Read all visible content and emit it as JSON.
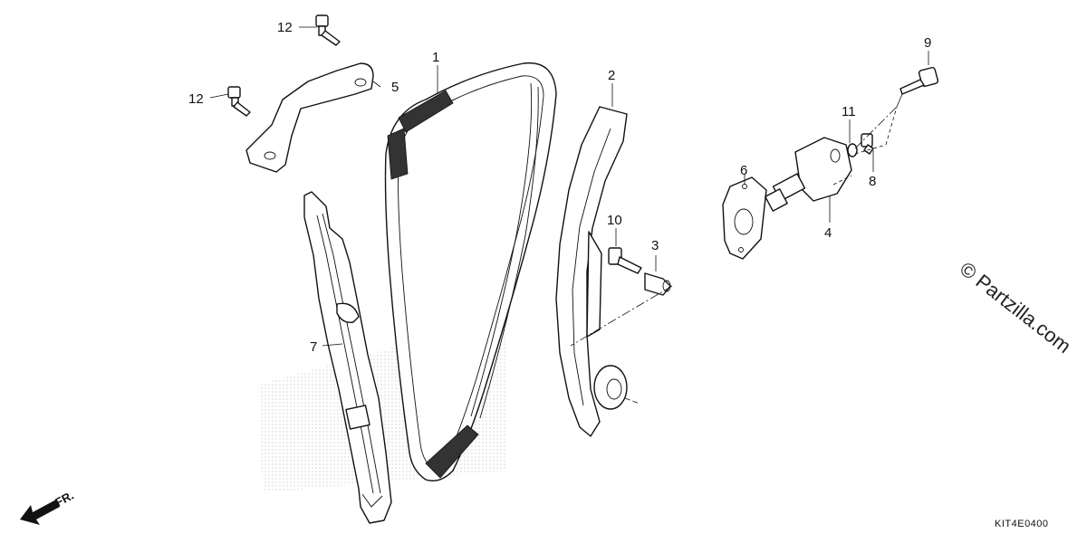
{
  "diagram": {
    "callouts": {
      "c1": "1",
      "c2": "2",
      "c3": "3",
      "c4": "4",
      "c5": "5",
      "c6": "6",
      "c7": "7",
      "c8": "8",
      "c9": "9",
      "c10": "10",
      "c11": "11",
      "c12a": "12",
      "c12b": "12"
    },
    "diagram_code": "KIT4E0400",
    "watermark": "© Partzilla.com",
    "direction_label": "FR."
  },
  "colors": {
    "line": "#111111",
    "background": "#ffffff",
    "shade": "#d9d9d9"
  }
}
